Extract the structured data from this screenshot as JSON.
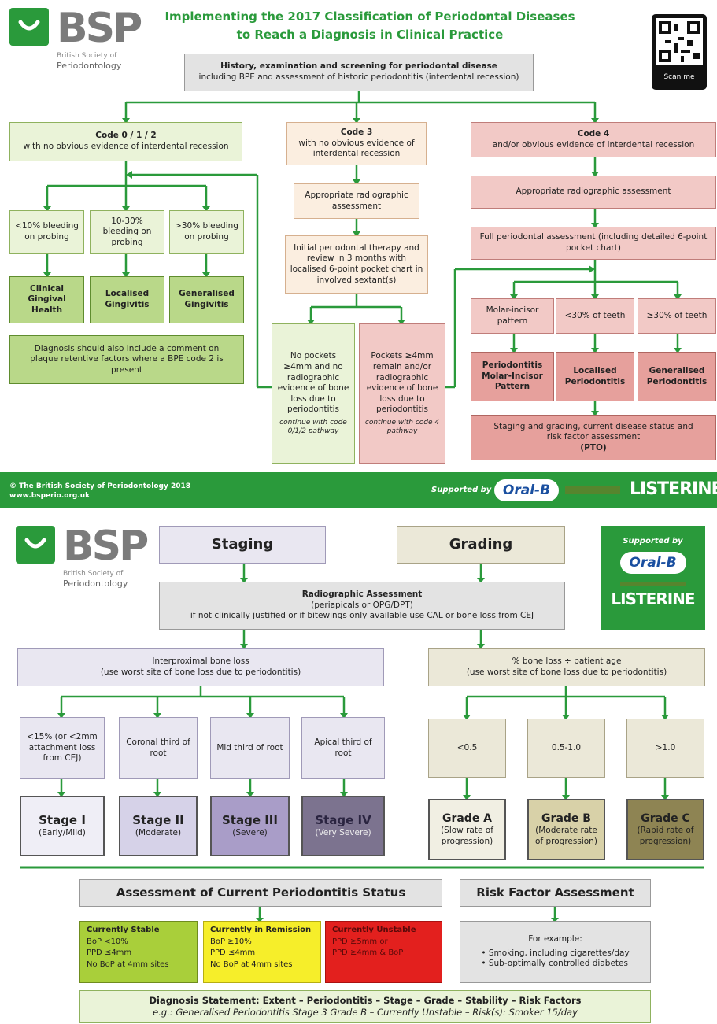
{
  "colors": {
    "accent": "#2a9a3b",
    "footer": "#2a9a3b",
    "stable": "#a9cf3a",
    "remission": "#f6ee2a",
    "unstable": "#e3201e"
  },
  "logo": {
    "text": "BSP",
    "sub1": "British Society of",
    "sub2": "Periodontology"
  },
  "page1": {
    "title1": "Implementing the 2017 Classification of Periodontal Diseases",
    "title2": "to Reach a Diagnosis in Clinical Practice",
    "qr": {
      "label": "Scan me"
    },
    "history": {
      "title": "History, examination and screening for periodontal disease",
      "sub": "including BPE and assessment of historic periodontitis (interdental recession)"
    },
    "code012": {
      "title": "Code 0 / 1 / 2",
      "sub": "with no obvious evidence of interdental recession"
    },
    "code3": {
      "title": "Code 3",
      "sub": "with no obvious evidence of interdental recession"
    },
    "code4": {
      "title": "Code 4",
      "sub": "and/or obvious evidence of interdental recession"
    },
    "bleed": [
      "<10% bleeding on probing",
      "10-30% bleeding on probing",
      ">30% bleeding on probing"
    ],
    "health": [
      "Clinical Gingival Health",
      "Localised Gingivitis",
      "Generalised Gingivitis"
    ],
    "plaque_note": "Diagnosis should also include a comment on plaque retentive factors where a BPE code 2 is present",
    "radio3": "Appropriate radiographic assessment",
    "therapy": "Initial periodontal therapy and review in 3 months with localised 6-point pocket chart in involved sextant(s)",
    "nopockets": {
      "text": "No pockets ≥4mm and no radiographic evidence of bone loss due to periodontitis",
      "note": "continue with code 0/1/2 pathway"
    },
    "pockets": {
      "text": "Pockets ≥4mm remain and/or radiographic evidence of bone loss due to periodontitis",
      "note": "continue with code 4 pathway"
    },
    "radio4": "Appropriate radiographic assessment",
    "full": "Full periodontal assessment (including detailed 6-point pocket chart)",
    "pattern": [
      "Molar-incisor pattern",
      "<30% of teeth",
      "≥30% of teeth"
    ],
    "perio": [
      "Periodontitis Molar-Incisor Pattern",
      "Localised Periodontitis",
      "Generalised Periodontitis"
    ],
    "staging_note": "Staging and grading, current disease status and risk factor assessment",
    "pto": "(PTO)",
    "footer": {
      "copy": "© The British Society of Periodontology 2018",
      "url": "www.bsperio.org.uk",
      "supported": "Supported by",
      "oralb": "Oral-B",
      "listerine": "LISTERINE"
    }
  },
  "page2": {
    "staging": "Staging",
    "grading": "Grading",
    "supported": "Supported by",
    "oralb": "Oral-B",
    "listerine": "LISTERINE",
    "radio": {
      "title": "Radiographic Assessment",
      "sub1": "(periapicals or OPG/DPT)",
      "sub2": "if not clinically justified or if bitewings only available use CAL or bone loss from CEJ"
    },
    "interprox": {
      "title": "Interproximal bone loss",
      "sub": "(use worst site of bone loss due to periodontitis)"
    },
    "boneage": {
      "title": "% bone loss ÷ patient age",
      "sub": "(use worst site of bone loss due to periodontitis)"
    },
    "loss": [
      "<15% (or <2mm attachment loss from CEJ)",
      "Coronal third of root",
      "Mid third of root",
      "Apical third of root"
    ],
    "stages": [
      {
        "name": "Stage I",
        "desc": "(Early/Mild)"
      },
      {
        "name": "Stage II",
        "desc": "(Moderate)"
      },
      {
        "name": "Stage III",
        "desc": "(Severe)"
      },
      {
        "name": "Stage IV",
        "desc": "(Very Severe)"
      }
    ],
    "ratios": [
      "<0.5",
      "0.5-1.0",
      ">1.0"
    ],
    "grades": [
      {
        "name": "Grade A",
        "desc": "(Slow rate of progression)"
      },
      {
        "name": "Grade B",
        "desc": "(Moderate rate of progression)"
      },
      {
        "name": "Grade C",
        "desc": "(Rapid rate of progression)"
      }
    ],
    "current": "Assessment of Current Periodontitis Status",
    "risk": "Risk Factor Assessment",
    "stable": {
      "title": "Currently Stable",
      "l1": "BoP <10%",
      "l2": "PPD ≤4mm",
      "l3": "No BoP at 4mm sites"
    },
    "remission": {
      "title": "Currently in Remission",
      "l1": "BoP ≥10%",
      "l2": "PPD ≤4mm",
      "l3": "No BoP at 4mm sites"
    },
    "unstable": {
      "title": "Currently Unstable",
      "l1": "PPD ≥5mm or",
      "l2": "PPD ≥4mm & BoP"
    },
    "example": {
      "title": "For example:",
      "i1": "Smoking, including cigarettes/day",
      "i2": "Sub-optimally controlled diabetes"
    },
    "diag": {
      "title": "Diagnosis Statement: Extent – Periodontitis – Stage – Grade – Stability – Risk Factors",
      "example": "e.g.: Generalised Periodontitis Stage 3 Grade B – Currently Unstable – Risk(s): Smoker 15/day"
    }
  }
}
